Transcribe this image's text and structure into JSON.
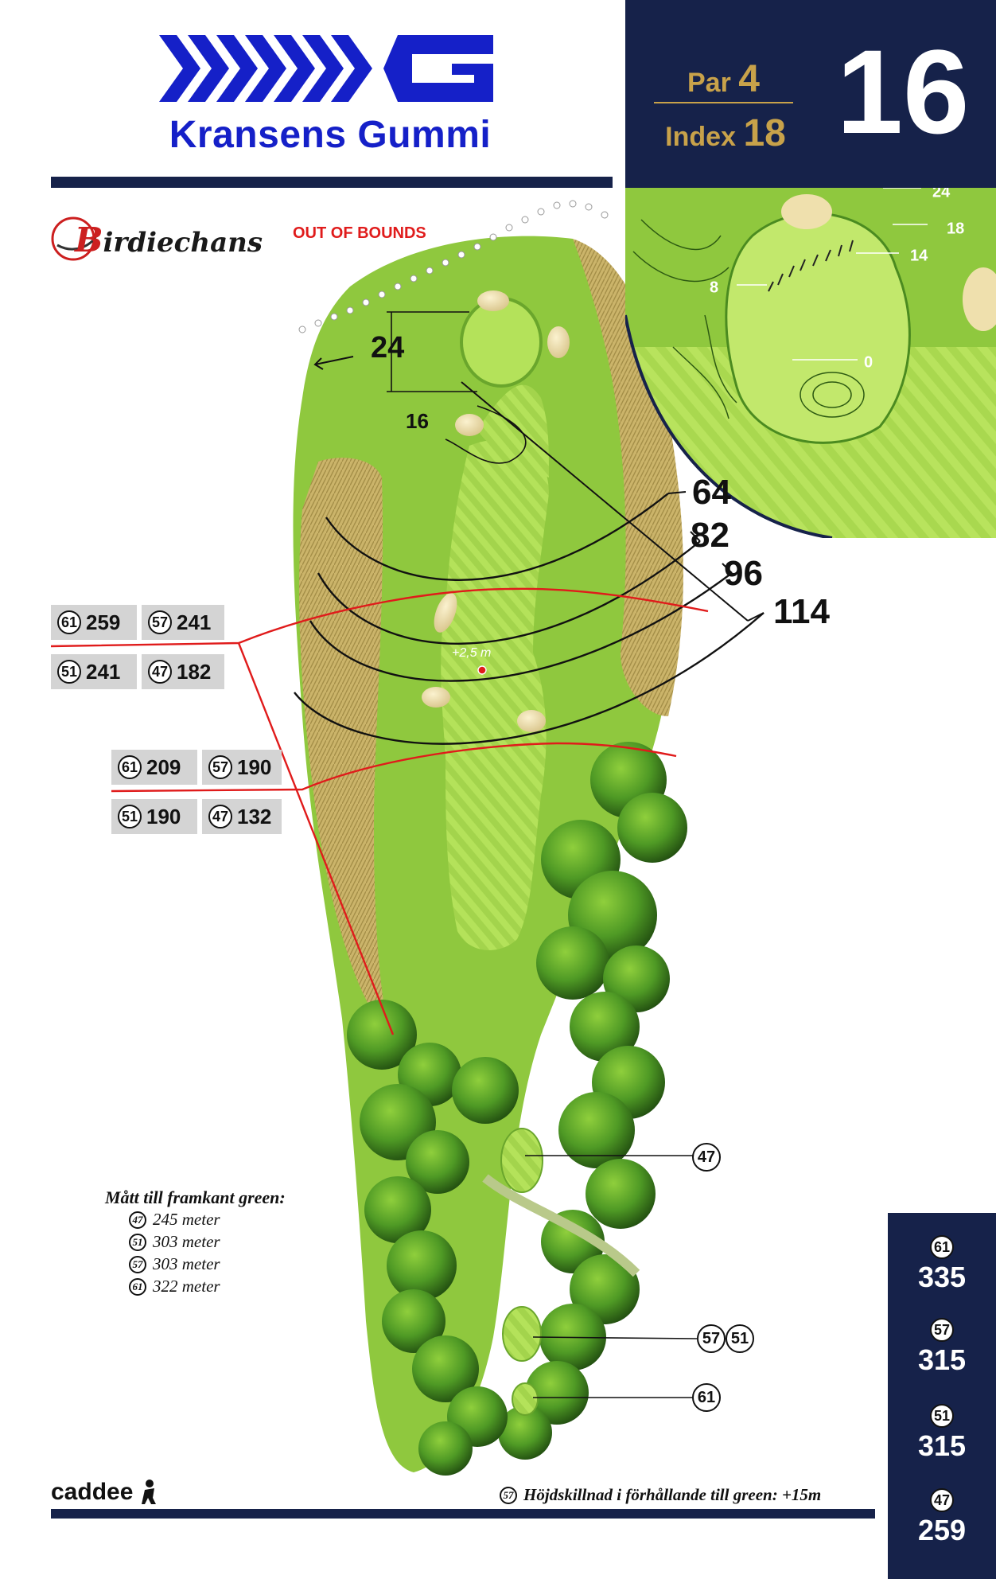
{
  "sponsor": {
    "name": "Kransens Gummi",
    "color": "#1520c8"
  },
  "hole": {
    "number": "16",
    "par_label": "Par",
    "par": "4",
    "index_label": "Index",
    "index": "18"
  },
  "birdie_logo": {
    "initial": "B",
    "rest": "irdiechans"
  },
  "out_of_bounds": "OUT OF BOUNDS",
  "green_detail": {
    "marks": [
      "24",
      "18",
      "14",
      "8",
      "0"
    ]
  },
  "map": {
    "carry_distances": [
      "64",
      "82",
      "96",
      "114"
    ],
    "green_depth": "24",
    "green_front_bunker": "16",
    "elevation_label": "+2,5 m",
    "tee_labels": [
      {
        "tee": "47",
        "target": "47"
      },
      {
        "tee": "57 51",
        "a": "57",
        "b": "51"
      },
      {
        "tee": "61",
        "target": "61"
      }
    ]
  },
  "line_distances_upper": [
    {
      "tee": "61",
      "value": "259"
    },
    {
      "tee": "57",
      "value": "241"
    },
    {
      "tee": "51",
      "value": "241"
    },
    {
      "tee": "47",
      "value": "182"
    }
  ],
  "line_distances_lower": [
    {
      "tee": "61",
      "value": "209"
    },
    {
      "tee": "57",
      "value": "190"
    },
    {
      "tee": "51",
      "value": "190"
    },
    {
      "tee": "47",
      "value": "132"
    }
  ],
  "notes": {
    "title": "Mått till framkant green:",
    "rows": [
      {
        "tee": "47",
        "text": "245 meter"
      },
      {
        "tee": "51",
        "text": "303 meter"
      },
      {
        "tee": "57",
        "text": "303 meter"
      },
      {
        "tee": "61",
        "text": "322 meter"
      }
    ]
  },
  "tee_lengths": [
    {
      "tee": "61",
      "length": "335"
    },
    {
      "tee": "57",
      "length": "315"
    },
    {
      "tee": "51",
      "length": "315"
    },
    {
      "tee": "47",
      "length": "259"
    }
  ],
  "footer": {
    "brand": "caddee",
    "elevation_tee": "57",
    "elevation_note": "Höjdskillnad i förhållande till green: +15m"
  },
  "colors": {
    "navy": "#16224a",
    "gold": "#c8a24a",
    "out_of_bounds_red": "#e01b1b",
    "fairway": "#a8d84a"
  }
}
